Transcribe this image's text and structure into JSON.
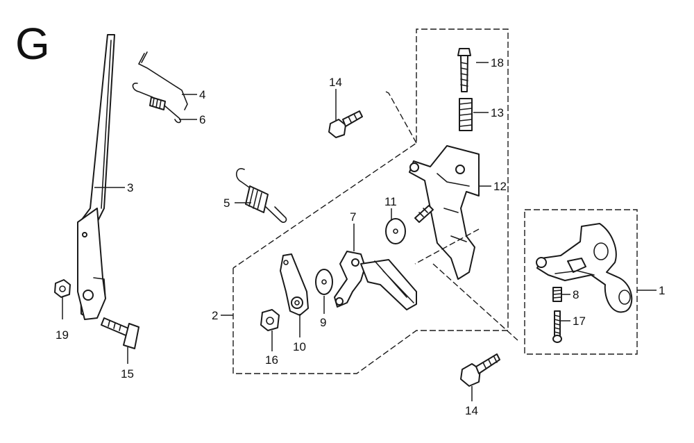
{
  "section_letter": "G",
  "callouts": {
    "c1": "1",
    "c2": "2",
    "c3": "3",
    "c4": "4",
    "c5": "5",
    "c6": "6",
    "c7": "7",
    "c8": "8",
    "c9": "9",
    "c10": "10",
    "c11": "11",
    "c12": "12",
    "c13": "13",
    "c14a": "14",
    "c14b": "14",
    "c15": "15",
    "c16": "16",
    "c17": "17",
    "c18": "18",
    "c19": "19"
  }
}
